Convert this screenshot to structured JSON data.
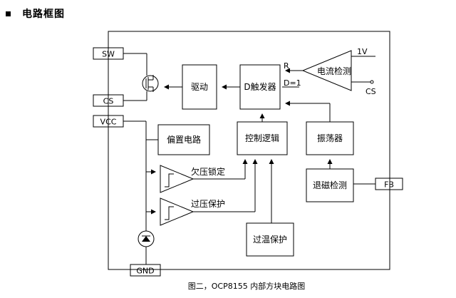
{
  "header": {
    "title": "电路框图"
  },
  "pins": {
    "sw": "SW",
    "cs": "CS",
    "vcc": "VCC",
    "gnd": "GND",
    "fb": "FB"
  },
  "blocks": {
    "driver": "驱动",
    "trigger": "D触发器",
    "current_detect": "电流检测",
    "bias": "偏置电路",
    "control_logic": "控制逻辑",
    "oscillator": "振荡器",
    "demag_detect": "退磁检测",
    "otp": "过温保护"
  },
  "labels": {
    "r": "R",
    "d1": "D=1",
    "v1": "1V",
    "cs_in": "CS",
    "uvlo": "欠压锁定",
    "ovp": "过压保护"
  },
  "caption": "图二，OCP8155 内部方块电路图"
}
